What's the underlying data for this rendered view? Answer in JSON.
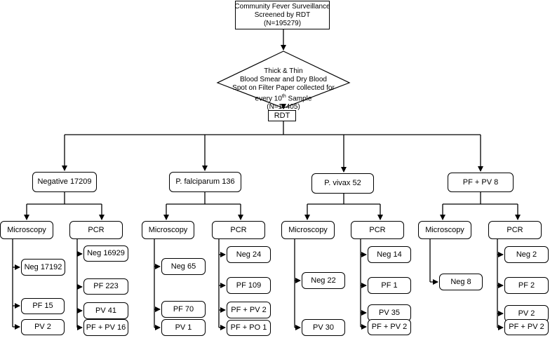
{
  "top_box": {
    "line1": "Community Fever Surveillance",
    "line2": "Screened by RDT",
    "line3": "(N=195279)"
  },
  "decision": {
    "line1": "Thick & Thin",
    "line2": "Blood Smear and Dry Blood",
    "line3": "Spot on Filter Paper collected for",
    "line4_pre": "every 10",
    "line4_sup": "th",
    "line4_post": " Sample",
    "line5": "(N=17405)"
  },
  "rdt_label": "RDT",
  "groups": [
    {
      "label": "Negative 17209",
      "microscopy": {
        "label": "Microscopy",
        "results": [
          "Neg 17192",
          "PF 15",
          "PV 2"
        ]
      },
      "pcr": {
        "label": "PCR",
        "results": [
          "Neg 16929",
          "PF 223",
          "PV 41",
          "PF + PV 16"
        ]
      }
    },
    {
      "label": "P. falciparum 136",
      "microscopy": {
        "label": "Microscopy",
        "results": [
          "Neg 65",
          "PF 70",
          "PV 1"
        ]
      },
      "pcr": {
        "label": "PCR",
        "results": [
          "Neg 24",
          "PF 109",
          "PF + PV 2",
          "PF + PO 1"
        ]
      }
    },
    {
      "label": "P. vivax  52",
      "microscopy": {
        "label": "Microscopy",
        "results": [
          "Neg 22",
          "PV 30"
        ]
      },
      "pcr": {
        "label": "PCR",
        "results": [
          "Neg 14",
          "PF 1",
          "PV 35",
          "PF + PV 2"
        ]
      }
    },
    {
      "label": "PF + PV 8",
      "microscopy": {
        "label": "Microscopy",
        "results": [
          "Neg 8"
        ]
      },
      "pcr": {
        "label": "PCR",
        "results": [
          "Neg 2",
          "PF 2",
          "PV 2",
          "PF + PV 2"
        ]
      }
    }
  ]
}
